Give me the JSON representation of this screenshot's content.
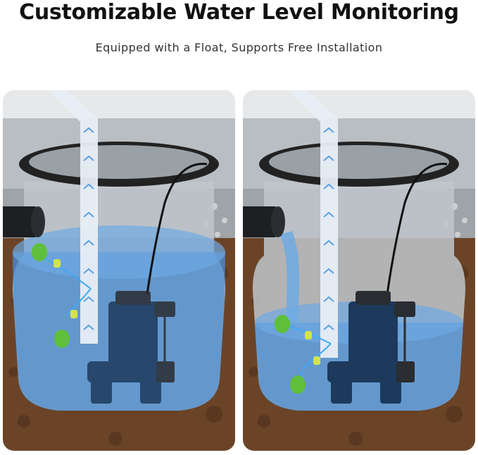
{
  "header": {
    "title": "Customizable Water Level Monitoring",
    "subtitle": "Equipped with a Float, Supports Free Installation"
  },
  "colors": {
    "water": "#4a8fd6",
    "soil": "#6b4428",
    "float_green": "#5fbf3a",
    "float_yellow": "#d4e34a",
    "pump_body": "#1d3a5c",
    "pipe": "#e8eef5"
  },
  "panels": [
    {
      "icon": "sump-pit-high-water-illustration"
    },
    {
      "icon": "sump-pit-low-water-illustration"
    }
  ]
}
